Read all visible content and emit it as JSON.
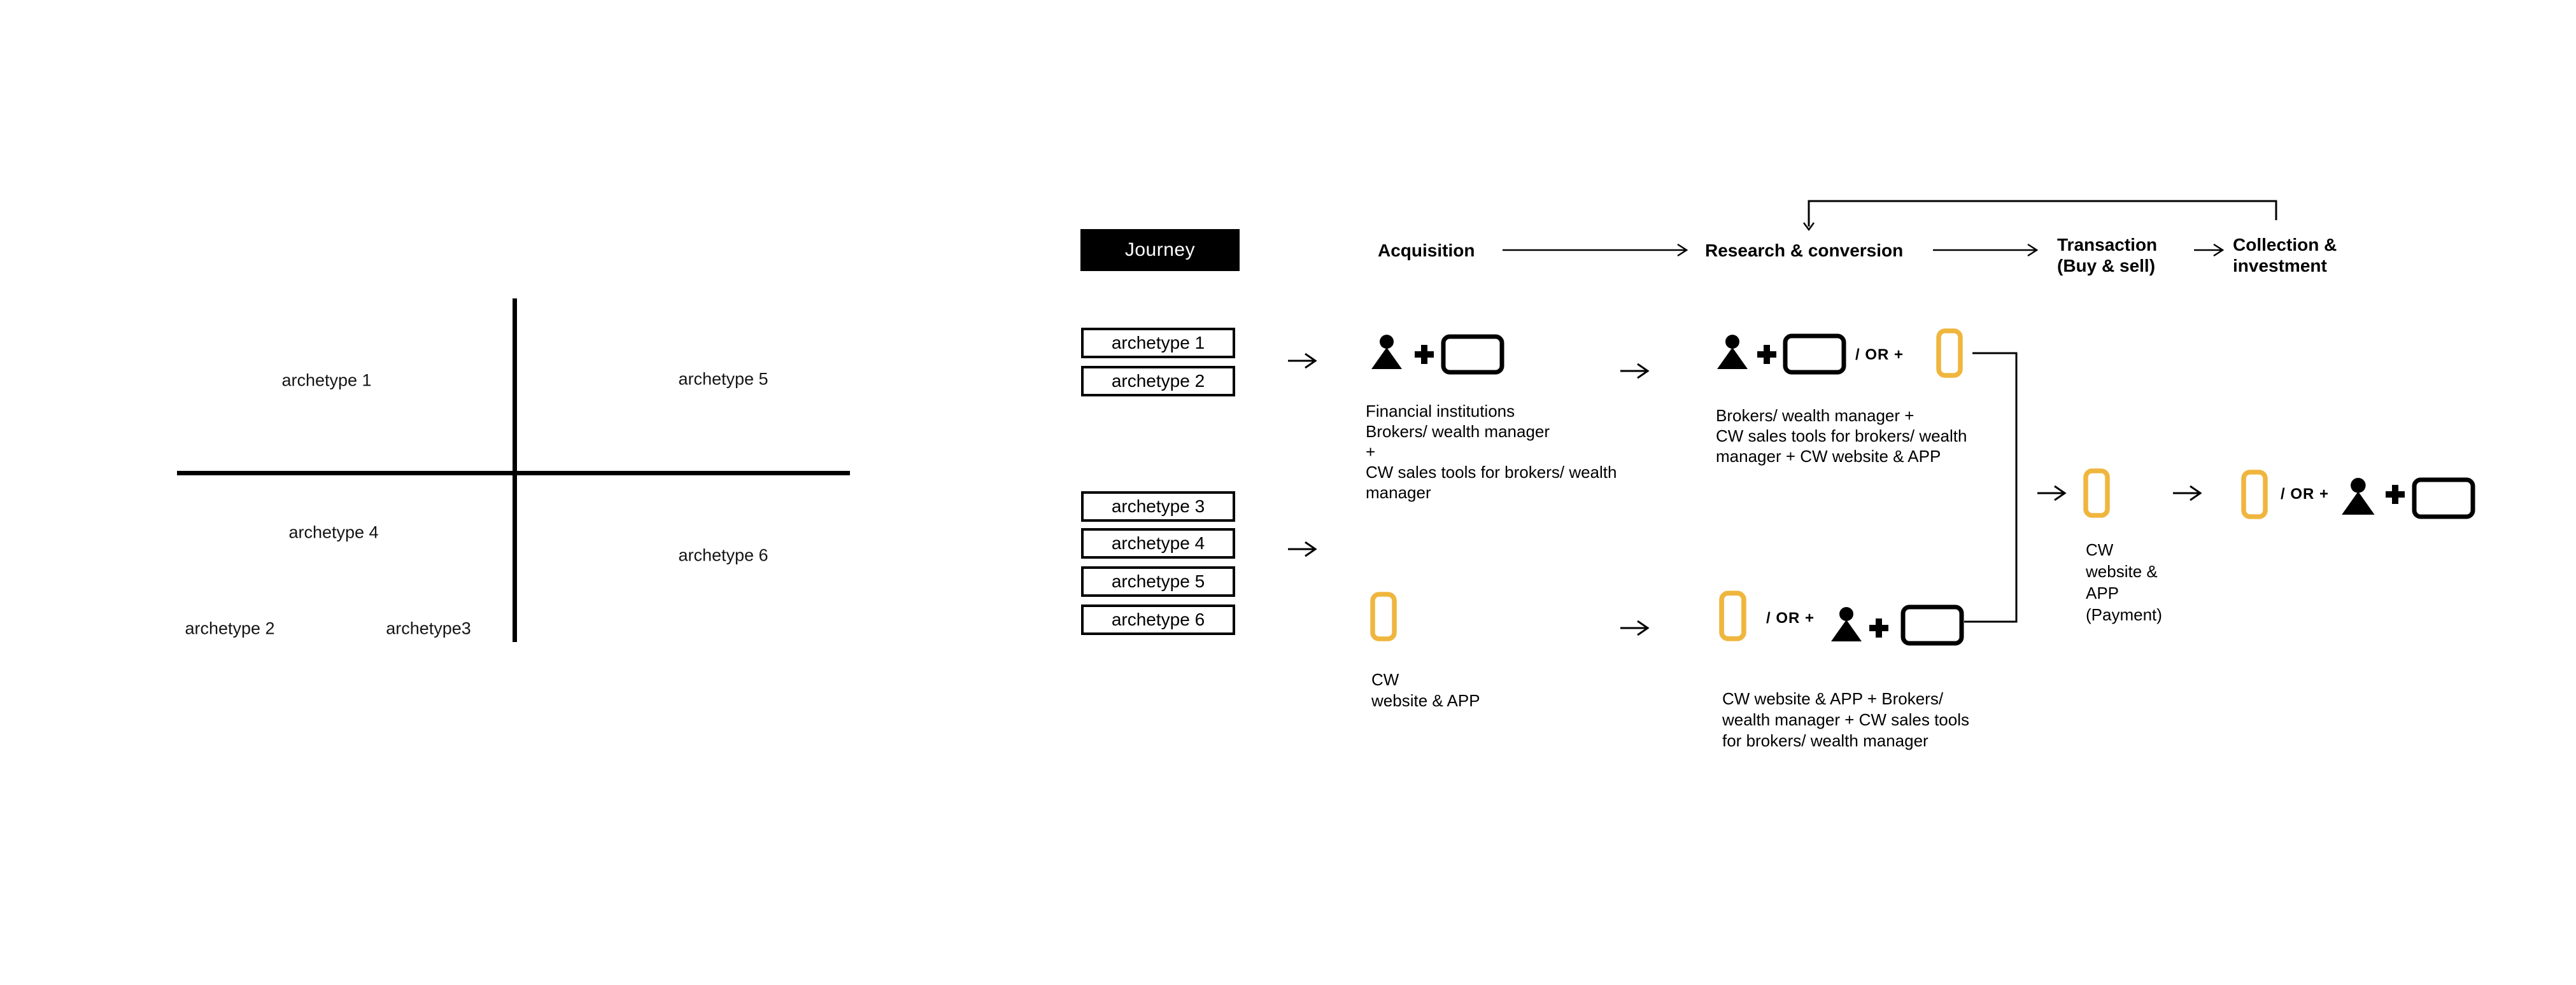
{
  "colors": {
    "ink": "#000000",
    "accent": "#EFB63E",
    "journey_bg": "#000000",
    "journey_fg": "#FFFFFF"
  },
  "quadrant": {
    "labels": [
      {
        "text": "archetype 1"
      },
      {
        "text": "archetype 5"
      },
      {
        "text": "archetype 4"
      },
      {
        "text": "archetype 6"
      },
      {
        "text": "archetype 2"
      },
      {
        "text": "archetype3"
      }
    ]
  },
  "header": {
    "journey_label": "Journey",
    "stage1": "Acquisition",
    "stage2": "Research & conversion",
    "stage3_line1": "Transaction",
    "stage3_line2": "(Buy & sell)",
    "stage4_line1": "Collection &",
    "stage4_line2": "investment"
  },
  "boxes": {
    "group1": [
      "archetype 1",
      "archetype 2"
    ],
    "group2": [
      "archetype 3",
      "archetype 4",
      "archetype 5",
      "archetype 6"
    ]
  },
  "labels": {
    "or_plus": "/ OR +",
    "plus": "+"
  },
  "flow": {
    "row1_acquisition_lines": [
      "Financial institutions",
      "Brokers/ wealth manager",
      "+",
      "CW sales tools for brokers/ wealth",
      "manager"
    ],
    "row1_research_lines": [
      "Brokers/ wealth manager +",
      "CW sales tools for brokers/ wealth",
      "manager + CW website & APP"
    ],
    "row2_acquisition_lines": [
      "CW",
      "website & APP"
    ],
    "row2_research_lines": [
      "CW website & APP + Brokers/",
      "wealth manager + CW sales tools",
      "for brokers/ wealth manager"
    ],
    "transaction_lines": [
      "CW",
      "website &",
      "APP",
      "(Payment)"
    ]
  },
  "icons": {
    "person": "person-icon",
    "screen": "screen-icon",
    "phone": "smartphone-icon",
    "plus": "plus-icon",
    "arrow": "arrow-right-icon",
    "loop": "loop-back-arrow-icon"
  }
}
